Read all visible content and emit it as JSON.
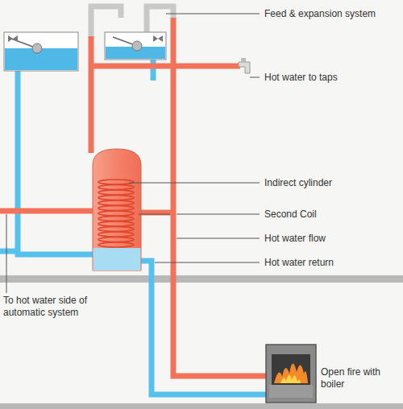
{
  "diagram": {
    "labels": [
      "Feed & expansion system",
      "Hot water to taps",
      "Indirect cylinder",
      "Second Coil",
      "Hot water flow",
      "Hot water return",
      "To hot water side of automatic system",
      "Open fire with boiler"
    ]
  }
}
